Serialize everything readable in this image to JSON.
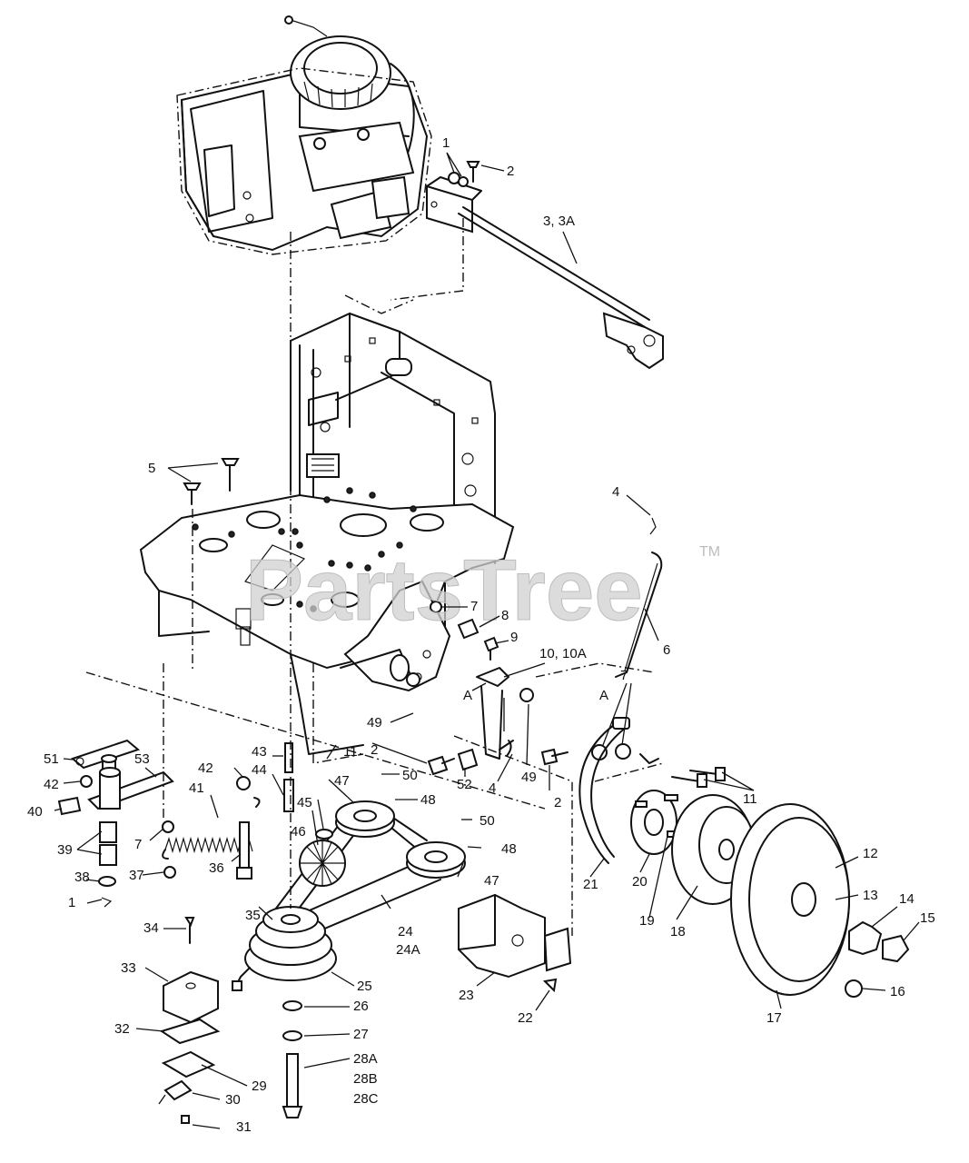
{
  "watermark": {
    "text": "PartsTree",
    "trademark": "TM"
  },
  "callouts": {
    "c1": "1",
    "c2": "2",
    "c3": "3, 3A",
    "c4": "4",
    "c5": "5",
    "c6": "6",
    "c7": "7",
    "c8": "8",
    "c9": "9",
    "c10": "10, 10A",
    "c11": "11",
    "c12": "12",
    "c13": "13",
    "c14": "14",
    "c15": "15",
    "c16": "16",
    "c17": "17",
    "c18": "18",
    "c19": "19",
    "c20": "20",
    "c21": "21",
    "c22": "22",
    "c23": "23",
    "c24": "24",
    "c24a": "24A",
    "c25": "25",
    "c26": "26",
    "c27": "27",
    "c28a": "28A",
    "c28b": "28B",
    "c28c": "28C",
    "c29": "29",
    "c30": "30",
    "c31": "31",
    "c32": "32",
    "c33": "33",
    "c34": "34",
    "c35": "35",
    "c36": "36",
    "c37": "37",
    "c38": "38",
    "c39": "39",
    "c40": "40",
    "c41": "41",
    "c42": "42",
    "c43": "43",
    "c44": "44",
    "c45": "45",
    "c46": "46",
    "c47": "47",
    "c48": "48",
    "c49": "49",
    "c50": "50",
    "c51": "51",
    "c52": "52",
    "c53": "53",
    "cA": "A"
  }
}
